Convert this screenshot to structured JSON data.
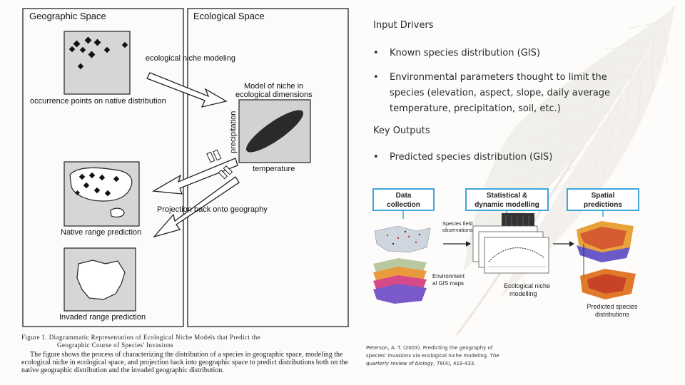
{
  "figure": {
    "geo_title": "Geographic Space",
    "eco_title": "Ecological Space",
    "eco_modeling_label": "ecological niche modeling",
    "occurrence_label": "occurrence points on native distribution",
    "model_label_line1": "Model of niche in",
    "model_label_line2": "ecological dimensions",
    "y_axis_label": "precipitation",
    "x_axis_label": "temperature",
    "projection_label": "Projection back onto geography",
    "native_label": "Native range prediction",
    "invaded_label": "Invaded range prediction",
    "caption_head_line1": "Figure 1.  Diagrammatic Representation of Ecological Niche Models that Predict the",
    "caption_head_line2": "Geographic Course of Species' Invasions",
    "caption_body": "The figure shows the process of characterizing the distribution of a species in geographic space, modeling the ecological niche in ecological space, and projection back into geographic space to predict distributions both on the native geographic distribution and the invaded geographic distribution."
  },
  "content": {
    "input_heading": "Input Drivers",
    "input_bullets": [
      "Known species distribution (GIS)",
      "Environmental parameters thought to limit the species (elevation, aspect, slope, daily average temperature, precipitation, soil, etc.)"
    ],
    "output_heading": "Key Outputs",
    "output_bullets": [
      "Predicted species distribution (GIS)"
    ],
    "bullet_char": "•"
  },
  "workflow": {
    "box1_line1": "Data",
    "box1_line2": "collection",
    "box2_line1": "Statistical &",
    "box2_line2": "dynamic modelling",
    "box3_line1": "Spatial",
    "box3_line2": "predictions",
    "species_field_line1": "Species field",
    "species_field_line2": "observations",
    "env_line1": "Environment",
    "env_line2": "al GIS maps",
    "eco_niche_line1": "Ecological niche",
    "eco_niche_line2": "modelling",
    "predicted_line1": "Predicted species",
    "predicted_line2": "distributions",
    "accent_color": "#3ba7dc"
  },
  "citation": {
    "text_pre": "Peterson, A. T. (2003). Predicting the geography of species' invasions via ecological niche modeling.",
    "journal": "The quarterly review of biology",
    "text_post": ", 78(4), 419-433."
  }
}
